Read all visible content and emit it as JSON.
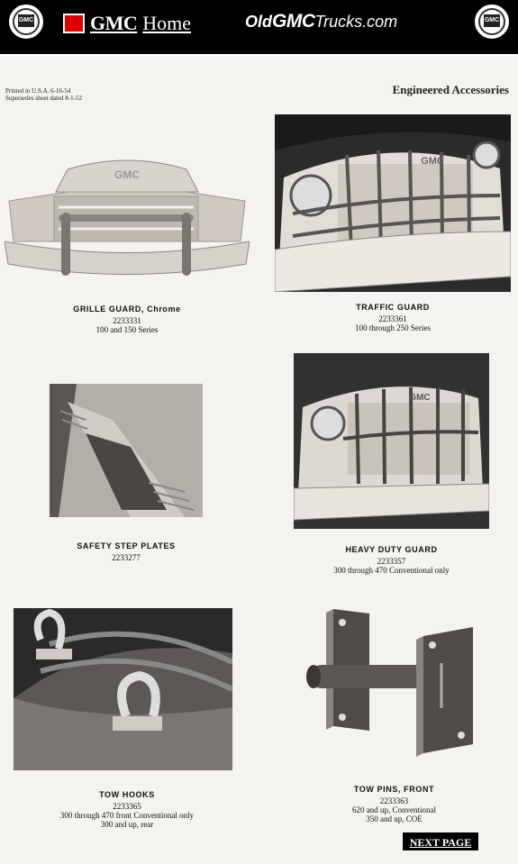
{
  "header": {
    "home_gmc": "GMC",
    "home_label": "Home",
    "site_old": "Old",
    "site_gmc": "GMC",
    "site_rest": "Trucks.com",
    "emblem_text": "GMC"
  },
  "sheet": {
    "printed_line1": "Printed in U.S.A. 6-16-54",
    "printed_line2": "Supersedes sheet dated 8-1-52",
    "heading": "Engineered Accessories"
  },
  "items": [
    {
      "name": "GRILLE GUARD, Chrome",
      "part": "2233331",
      "lines": [
        "100 and 150 Series"
      ]
    },
    {
      "name": "TRAFFIC GUARD",
      "part": "2233361",
      "lines": [
        "100 through 250 Series"
      ]
    },
    {
      "name": "SAFETY STEP PLATES",
      "part": "2233277",
      "lines": []
    },
    {
      "name": "HEAVY DUTY GUARD",
      "part": "2233357",
      "lines": [
        "300 through 470 Conventional only"
      ]
    },
    {
      "name": "TOW HOOKS",
      "part": "2233365",
      "lines": [
        "300 through 470 front Conventional only",
        "300 and up, rear"
      ]
    },
    {
      "name": "TOW PINS, FRONT",
      "part": "2233363",
      "lines": [
        "620 and up, Conventional",
        "350 and up, COE"
      ]
    }
  ],
  "nav": {
    "next_label": "NEXT PAGE"
  },
  "photo_colors": {
    "dark": "#2b2b2b",
    "mid": "#7a7a7a",
    "light": "#cfcac4"
  }
}
